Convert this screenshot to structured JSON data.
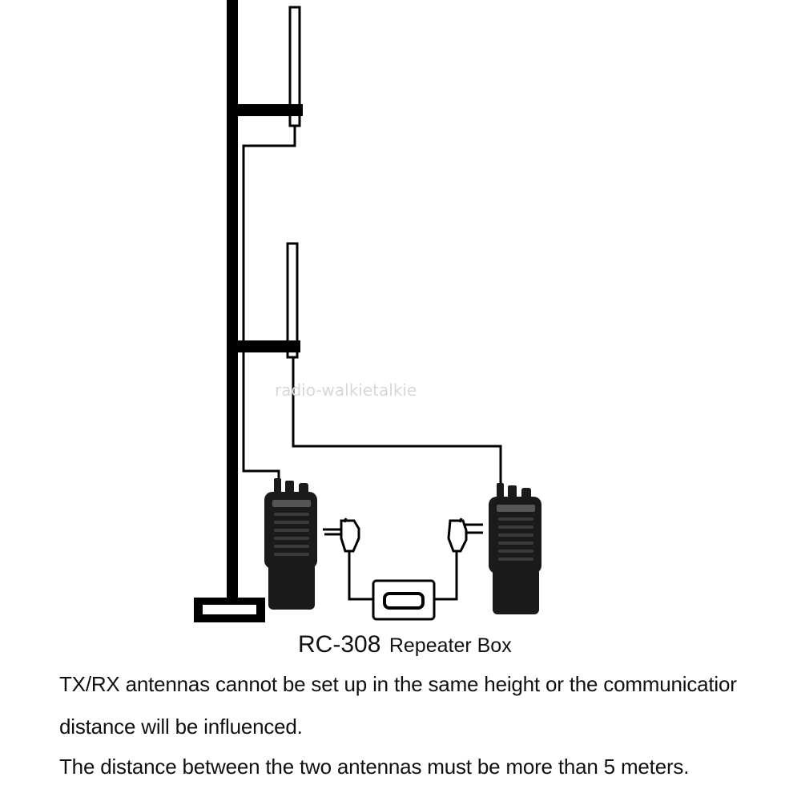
{
  "watermark": "radio-walkietalkie",
  "caption": {
    "model": "RC-308",
    "label": "Repeater Box"
  },
  "notes": [
    "TX/RX antennas cannot be set up in the same height or the communicatior",
    "distance will be influenced.",
    "The distance between the two antennas must be more than 5 meters."
  ],
  "colors": {
    "line": "#000000",
    "radio_body": "#1a1a1a",
    "radio_grille": "#3a3a3a"
  }
}
